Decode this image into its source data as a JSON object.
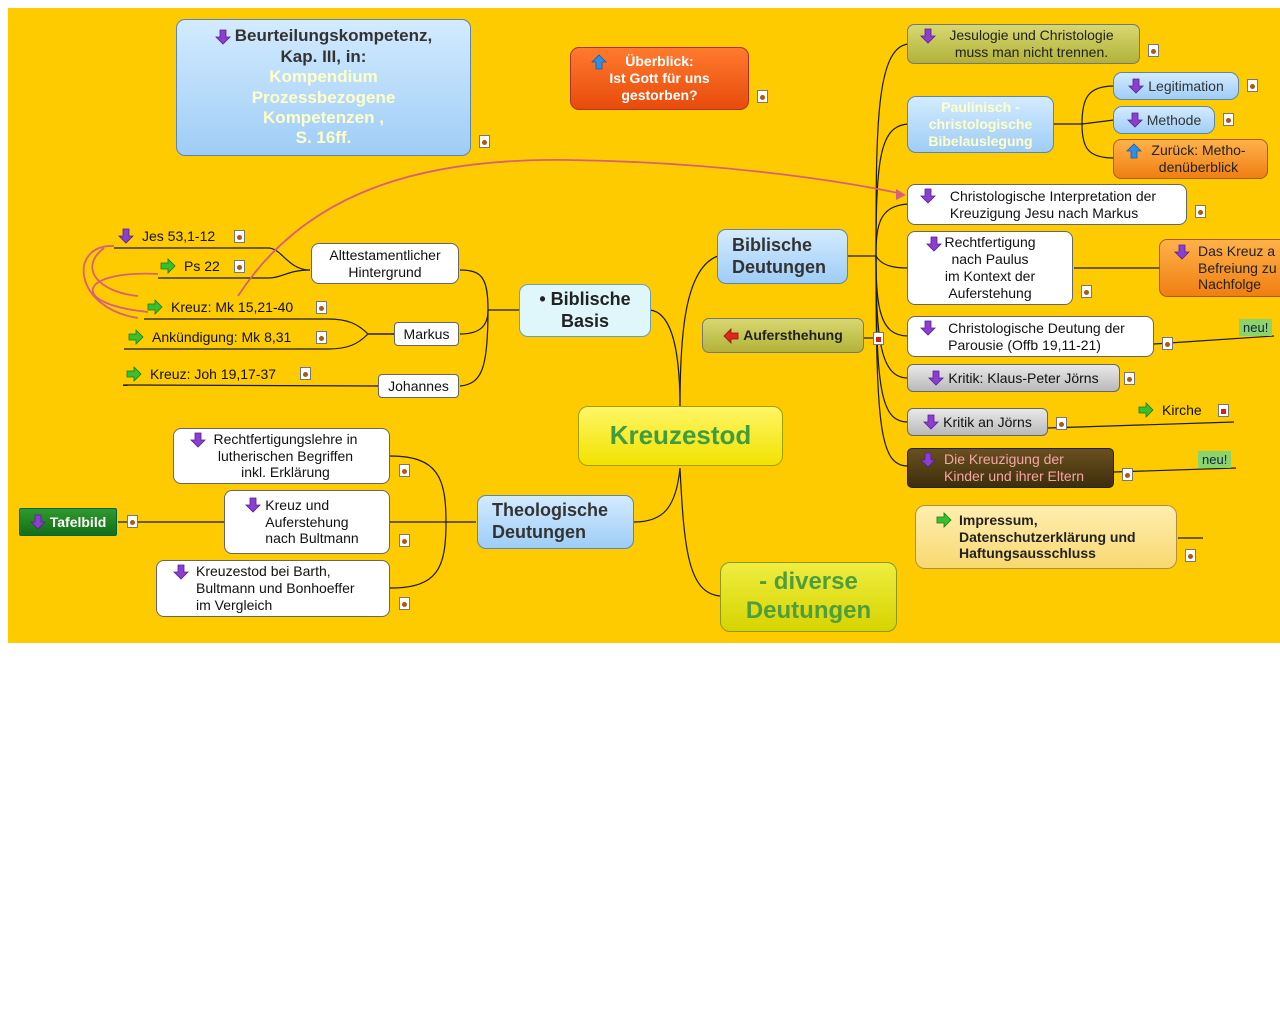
{
  "center": {
    "label": "Kreuzestod"
  },
  "main_biblisch": {
    "label": "Biblische\nDeutungen"
  },
  "main_basis": {
    "label": "• Biblische\nBasis"
  },
  "main_theol": {
    "label": "Theologische\nDeutungen"
  },
  "main_diverse": {
    "label": "- diverse\nDeutungen"
  },
  "beurteilung": {
    "line1": "Beurteilungskompetenz,",
    "line2": "Kap. III, in:",
    "line3": "Kompendium\nProzessbezogene\nKompetenzen ,\nS. 16ff."
  },
  "ueberblick": {
    "label": "Überblick:\nIst Gott für uns\ngestorben?"
  },
  "aufersthehung": {
    "label": "Aufersthehung"
  },
  "right_items": {
    "jesulogie": "Jesulogie und Christologie\nmuss man nicht trennen.",
    "paulinisch": "Paulinisch -\nchristologische\nBibelauslegung",
    "legitimation": "Legitimation",
    "methode": "Methode",
    "zurueck": "Zurück: Metho-\ndenüberblick",
    "christ_markus": "Christologische Interpretation der\nKreuzigung Jesu nach Markus",
    "rechtfertigung_paulus": "Rechtfertigung\nnach Paulus\nim Kontext der\nAuferstehung",
    "das_kreuz": "Das Kreuz a\nBefreiung zu\nNachfolge",
    "parousie": "Christologische Deutung der\nParousie (Offb 19,11-21)",
    "kritik_joerns": "Kritik: Klaus-Peter Jörns",
    "kritik_an_joerns": "Kritik an Jörns",
    "kirche": "Kirche",
    "kreuzigung_kinder": "Die Kreuzigung der\nKinder und ihrer Eltern",
    "impressum": "Impressum,\nDatenschutzerklärung und\nHaftungsausschluss",
    "neu1": "neu!",
    "neu2": "neu!"
  },
  "left_items": {
    "at_hintergrund": "Alttestamentlicher\nHintergrund",
    "markus": "Markus",
    "johannes": "Johannes",
    "jes": "Jes 53,1-12",
    "ps": "Ps 22",
    "kreuz_mk": "Kreuz: Mk 15,21-40",
    "ankuendigung": "Ankündigung: Mk 8,31",
    "kreuz_joh": "Kreuz: Joh 19,17-37"
  },
  "theol_items": {
    "luther": "Rechtfertigungslehre in\nlutherischen Begriffen\ninkl. Erklärung",
    "bultmann": "Kreuz und\nAuferstehung\nnach Bultmann",
    "barth": "Kreuzestod bei Barth,\nBultmann und Bonhoeffer\nim Vergleich",
    "tafelbild": "Tafelbild"
  },
  "colors": {
    "background": "#fecb00",
    "center_text": "#3f9c3f",
    "link": "#1a1a1a",
    "cross_link": "#d8607a"
  },
  "icons": {
    "arrow_down": "purple-arrow-down-icon",
    "arrow_right": "green-arrow-right-icon",
    "arrow_up": "blue-arrow-up-icon",
    "arrow_left": "red-arrow-left-icon",
    "attachment": "document-icon"
  }
}
